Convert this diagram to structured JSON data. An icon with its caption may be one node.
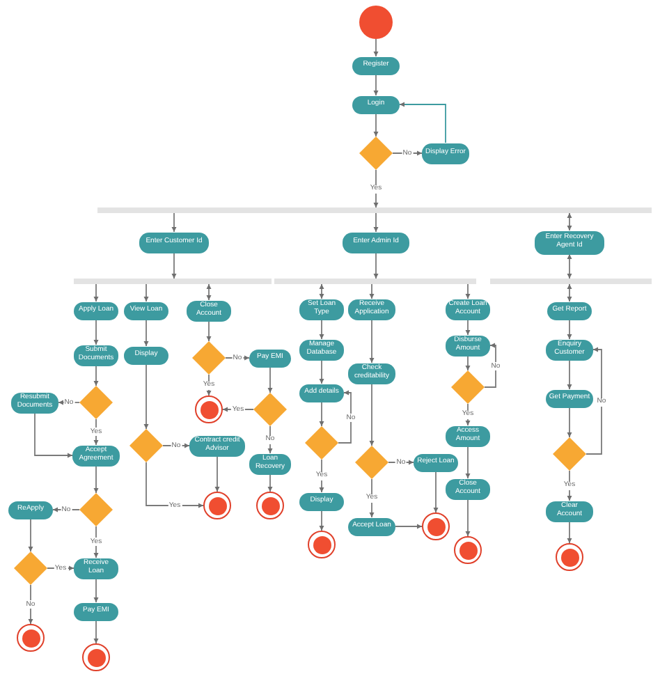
{
  "diagram": {
    "nodes": [
      {
        "text": [],
        "shape": "circle"
      },
      {
        "text": [
          "Register"
        ]
      },
      {
        "text": [
          "Login"
        ]
      },
      {
        "text": [],
        "shape": "diamond"
      },
      {
        "text": [
          "Display Error"
        ]
      },
      {
        "text": [],
        "shape": "bar"
      },
      {
        "text": [
          "Enter Customer Id"
        ]
      },
      {
        "text": [
          "Enter Admin Id"
        ]
      },
      {
        "text": [
          "Enter Recovery Agent Id"
        ]
      },
      {
        "text": [],
        "shape": "bar"
      },
      {
        "text": [],
        "shape": "bar"
      },
      {
        "text": [],
        "shape": "bar"
      },
      {
        "text": [
          "Apply Loan"
        ]
      },
      {
        "text": [
          "View Loan"
        ]
      },
      {
        "text": [
          "Close Account"
        ]
      },
      {
        "text": [
          "Submit Documents"
        ]
      },
      {
        "text": [
          "Display"
        ]
      },
      {
        "text": [],
        "shape": "diamond"
      },
      {
        "text": [
          "Resubmit Documents"
        ]
      },
      {
        "text": [],
        "shape": "diamond"
      },
      {
        "text": [
          "Pay EMI"
        ]
      },
      {
        "text": [],
        "shape": "bullseye"
      },
      {
        "text": [],
        "shape": "diamond"
      },
      {
        "text": [
          "Accept Agreement"
        ]
      },
      {
        "text": [],
        "shape": "diamond"
      },
      {
        "text": [
          "Contract credit Advisor"
        ]
      },
      {
        "text": [
          "Loan Recovery"
        ]
      },
      {
        "text": [],
        "shape": "diamond"
      },
      {
        "text": [
          "ReApply"
        ]
      },
      {
        "text": [],
        "shape": "bullseye"
      },
      {
        "text": [],
        "shape": "bullseye"
      },
      {
        "text": [],
        "shape": "diamond"
      },
      {
        "text": [
          "Receive Loan"
        ]
      },
      {
        "text": [],
        "shape": "bullseye"
      },
      {
        "text": [
          "Pay EMI"
        ]
      },
      {
        "text": [],
        "shape": "bullseye"
      },
      {
        "text": [
          "Set Loan Type"
        ]
      },
      {
        "text": [
          "Receive Application"
        ]
      },
      {
        "text": [
          "Create Loan Account"
        ]
      },
      {
        "text": [
          "Manage Database"
        ]
      },
      {
        "text": [
          "Check creditability"
        ]
      },
      {
        "text": [
          "Disburse Amount"
        ]
      },
      {
        "text": [
          "Add details"
        ]
      },
      {
        "text": [],
        "shape": "diamond"
      },
      {
        "text": [],
        "shape": "diamond"
      },
      {
        "text": [
          "Access Amount"
        ]
      },
      {
        "text": [],
        "shape": "diamond"
      },
      {
        "text": [
          "Reject Loan"
        ]
      },
      {
        "text": [
          "Display"
        ]
      },
      {
        "text": [
          "Accept Loan"
        ]
      },
      {
        "text": [
          "Close Account"
        ]
      },
      {
        "text": [],
        "shape": "bullseye"
      },
      {
        "text": [],
        "shape": "bullseye"
      },
      {
        "text": [],
        "shape": "bullseye"
      },
      {
        "text": [
          "Get Report"
        ]
      },
      {
        "text": [
          "Enquiry Customer"
        ]
      },
      {
        "text": [
          "Get Payment"
        ]
      },
      {
        "text": [],
        "shape": "diamond"
      },
      {
        "text": [
          "Clear Account"
        ]
      },
      {
        "text": [],
        "shape": "bullseye"
      }
    ],
    "edges": [
      {
        "from": 0,
        "to": 1,
        "arrow": "to"
      },
      {
        "from": 1,
        "to": 2,
        "arrow": "to"
      },
      {
        "from": 2,
        "to": 3,
        "arrow": "to"
      },
      {
        "from": 3,
        "to": 4,
        "arrow": "to",
        "label": "No"
      },
      {
        "from": 4,
        "to": 2,
        "arrow": "to"
      },
      {
        "from": 3,
        "to": 5,
        "arrow": "to",
        "label": "Yes"
      },
      {
        "from": 5,
        "to": 6,
        "arrow": "to"
      },
      {
        "from": 5,
        "to": 7,
        "arrow": "to"
      },
      {
        "from": 5,
        "to": 8,
        "arrow": "both"
      },
      {
        "from": 6,
        "to": 9,
        "arrow": "to"
      },
      {
        "from": 7,
        "to": 10,
        "arrow": "to"
      },
      {
        "from": 8,
        "to": 11,
        "arrow": "both"
      },
      {
        "from": 9,
        "to": 12,
        "arrow": "to"
      },
      {
        "from": 9,
        "to": 13,
        "arrow": "to"
      },
      {
        "from": 9,
        "to": 14,
        "arrow": "both"
      },
      {
        "from": 12,
        "to": 15,
        "arrow": "to"
      },
      {
        "from": 15,
        "to": 17,
        "arrow": "to"
      },
      {
        "from": 17,
        "to": 18,
        "arrow": "to",
        "label": "No"
      },
      {
        "from": 17,
        "to": 23,
        "arrow": "to",
        "label": "Yes"
      },
      {
        "from": 18,
        "to": 23,
        "arrow": "to"
      },
      {
        "from": 13,
        "to": 16,
        "arrow": "to"
      },
      {
        "from": 16,
        "to": 24,
        "arrow": "to"
      },
      {
        "from": 24,
        "to": 25,
        "arrow": "to",
        "label": "No"
      },
      {
        "from": 24,
        "to": 29,
        "arrow": "to",
        "label": "Yes"
      },
      {
        "from": 25,
        "to": 29,
        "arrow": "to"
      },
      {
        "from": 14,
        "to": 19,
        "arrow": "to"
      },
      {
        "from": 19,
        "to": 20,
        "arrow": "to",
        "label": "No"
      },
      {
        "from": 19,
        "to": 21,
        "arrow": "to",
        "label": "Yes"
      },
      {
        "from": 20,
        "to": 22,
        "arrow": "to"
      },
      {
        "from": 22,
        "to": 21,
        "arrow": "to",
        "label": "Yes"
      },
      {
        "from": 22,
        "to": 26,
        "arrow": "to",
        "label": "No"
      },
      {
        "from": 26,
        "to": 30,
        "arrow": "to"
      },
      {
        "from": 23,
        "to": 27,
        "arrow": "to"
      },
      {
        "from": 27,
        "to": 28,
        "arrow": "to",
        "label": "No"
      },
      {
        "from": 27,
        "to": 32,
        "arrow": "to",
        "label": "Yes"
      },
      {
        "from": 28,
        "to": 31,
        "arrow": "to"
      },
      {
        "from": 31,
        "to": 32,
        "arrow": "to",
        "label": "Yes"
      },
      {
        "from": 31,
        "to": 33,
        "arrow": "to",
        "label": "No"
      },
      {
        "from": 32,
        "to": 34,
        "arrow": "to"
      },
      {
        "from": 34,
        "to": 35,
        "arrow": "to"
      },
      {
        "from": 10,
        "to": 36,
        "arrow": "both"
      },
      {
        "from": 10,
        "to": 37,
        "arrow": "to"
      },
      {
        "from": 10,
        "to": 38,
        "arrow": "to"
      },
      {
        "from": 36,
        "to": 39,
        "arrow": "to"
      },
      {
        "from": 39,
        "to": 42,
        "arrow": "to"
      },
      {
        "from": 42,
        "to": 44,
        "arrow": "to"
      },
      {
        "from": 44,
        "to": 42,
        "arrow": "to",
        "label": "No"
      },
      {
        "from": 44,
        "to": 48,
        "arrow": "to",
        "label": "Yes"
      },
      {
        "from": 48,
        "to": 51,
        "arrow": "to"
      },
      {
        "from": 37,
        "to": 40,
        "arrow": "to"
      },
      {
        "from": 40,
        "to": 46,
        "arrow": "to"
      },
      {
        "from": 46,
        "to": 47,
        "arrow": "to",
        "label": "No"
      },
      {
        "from": 46,
        "to": 49,
        "arrow": "to",
        "label": "Yes"
      },
      {
        "from": 49,
        "to": 52,
        "arrow": "to"
      },
      {
        "from": 47,
        "to": 52,
        "arrow": "to"
      },
      {
        "from": 38,
        "to": 41,
        "arrow": "to"
      },
      {
        "from": 41,
        "to": 43,
        "arrow": "to"
      },
      {
        "from": 43,
        "to": 41,
        "arrow": "to",
        "label": "No"
      },
      {
        "from": 43,
        "to": 45,
        "arrow": "to",
        "label": "Yes"
      },
      {
        "from": 45,
        "to": 50,
        "arrow": "to"
      },
      {
        "from": 50,
        "to": 53,
        "arrow": "to"
      },
      {
        "from": 11,
        "to": 54,
        "arrow": "both"
      },
      {
        "from": 54,
        "to": 55,
        "arrow": "to"
      },
      {
        "from": 55,
        "to": 56,
        "arrow": "to"
      },
      {
        "from": 56,
        "to": 57,
        "arrow": "to"
      },
      {
        "from": 57,
        "to": 55,
        "arrow": "to",
        "label": "No"
      },
      {
        "from": 57,
        "to": 58,
        "arrow": "to",
        "label": "Yes"
      },
      {
        "from": 58,
        "to": 59,
        "arrow": "to"
      }
    ]
  }
}
